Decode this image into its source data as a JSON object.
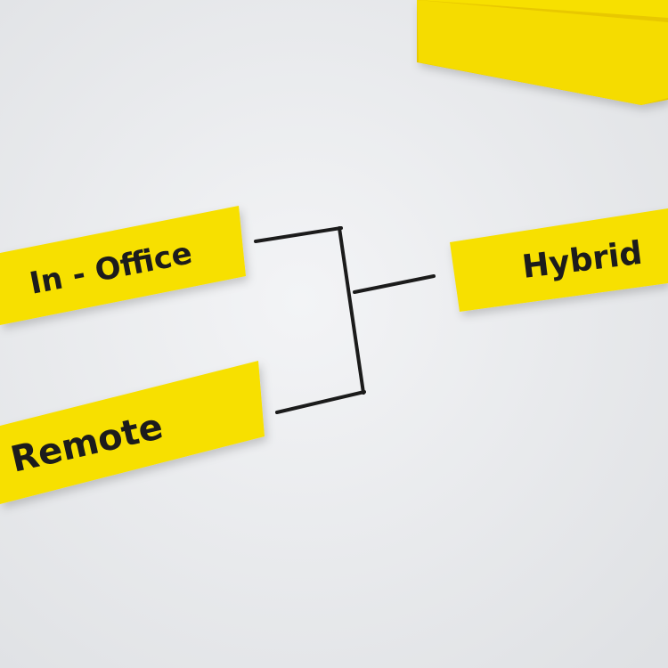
{
  "notes": {
    "in_office": "In - Office",
    "remote": "Remote",
    "hybrid": "Hybrid"
  },
  "colors": {
    "paper": "#eceef0",
    "note_yellow": "#f7e000",
    "ink": "#1b1b1b"
  }
}
